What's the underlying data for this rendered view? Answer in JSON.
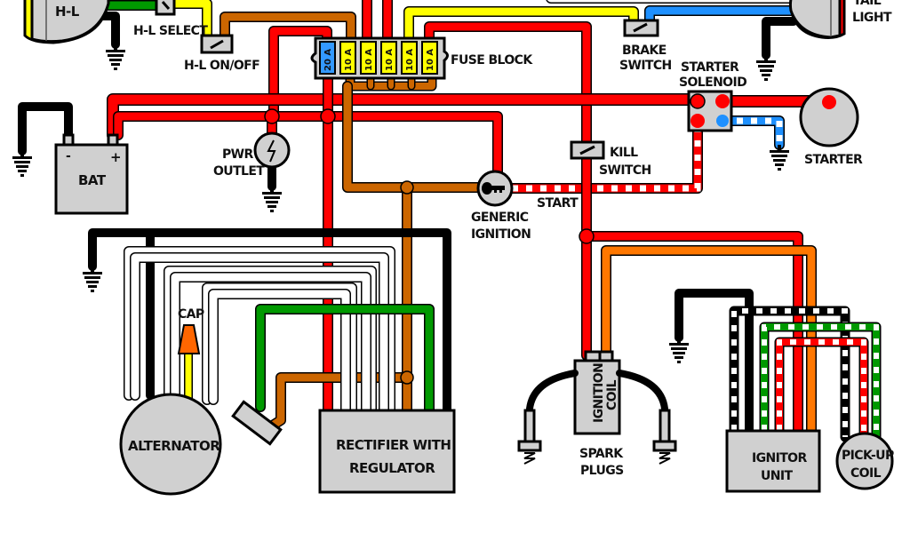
{
  "title": "Motorcycle Wiring Diagram",
  "colors": {
    "red": "#ff0000",
    "black": "#000000",
    "white": "#ffffff",
    "yellow": "#ffff00",
    "green": "#009900",
    "orange": "#ff7700",
    "brown": "#cc6600",
    "blue": "#1e90ff",
    "component_gray": "#d0d0d0"
  },
  "components": {
    "headlight": {
      "label": "H-L"
    },
    "hl_select": {
      "label": "H-L SELECT"
    },
    "hl_onoff": {
      "label": "H-L ON/OFF"
    },
    "fuse_block": {
      "label": "FUSE BLOCK",
      "fuses": [
        {
          "rating": "20 A",
          "color": "#3399ff"
        },
        {
          "rating": "10 A",
          "color": "#ffff00"
        },
        {
          "rating": "10 A",
          "color": "#ffff00"
        },
        {
          "rating": "10 A",
          "color": "#ffff00"
        },
        {
          "rating": "10 A",
          "color": "#ffff00"
        },
        {
          "rating": "10 A",
          "color": "#ffff00"
        }
      ]
    },
    "brake_switch": {
      "label_line1": "BRAKE",
      "label_line2": "SWITCH"
    },
    "tail_light": {
      "label_line1": "TAIL",
      "label_line2": "LIGHT"
    },
    "starter_solenoid": {
      "label_line1": "STARTER",
      "label_line2": "SOLENOID"
    },
    "starter": {
      "label": "STARTER"
    },
    "battery": {
      "label": "BAT",
      "neg": "-",
      "pos": "+"
    },
    "power_outlet": {
      "label_line1": "PWR",
      "label_line2": "OUTLET"
    },
    "ignition": {
      "label_line1": "GENERIC",
      "label_line2": "IGNITION"
    },
    "start_wire": {
      "label": "START"
    },
    "kill_switch": {
      "label_line1": "KILL",
      "label_line2": "SWITCH"
    },
    "cap": {
      "label": "CAP"
    },
    "alternator": {
      "label": "ALTERNATOR"
    },
    "rectifier": {
      "label_line1": "RECTIFIER WITH",
      "label_line2": "REGULATOR"
    },
    "ignition_coil": {
      "label_line1": "IGNITION",
      "label_line2": "COIL"
    },
    "spark_plugs": {
      "label_line1": "SPARK",
      "label_line2": "PLUGS"
    },
    "ignitor_unit": {
      "label_line1": "IGNITOR",
      "label_line2": "UNIT"
    },
    "pickup_coil": {
      "label_line1": "PICK-UP",
      "label_line2": "COIL"
    }
  }
}
